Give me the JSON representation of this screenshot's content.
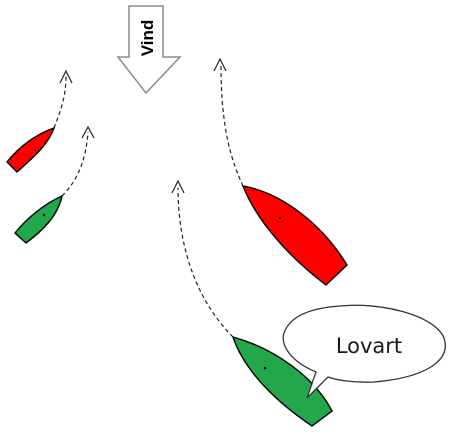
{
  "wind": {
    "label": "Vind"
  },
  "callout": {
    "label": "Lovart"
  },
  "colors": {
    "port_boat": "#ff0000",
    "starboard_boat": "#22a84a",
    "arrow_fill": "#ffffff",
    "outline": "#000000"
  },
  "boats": [
    {
      "name": "small-red-boat",
      "color": "red"
    },
    {
      "name": "small-green-boat",
      "color": "green"
    },
    {
      "name": "large-red-boat",
      "color": "red"
    },
    {
      "name": "large-green-boat",
      "color": "green"
    }
  ],
  "icons": [
    "wind-arrow-icon",
    "speech-bubble-icon",
    "course-arrow-icon"
  ]
}
